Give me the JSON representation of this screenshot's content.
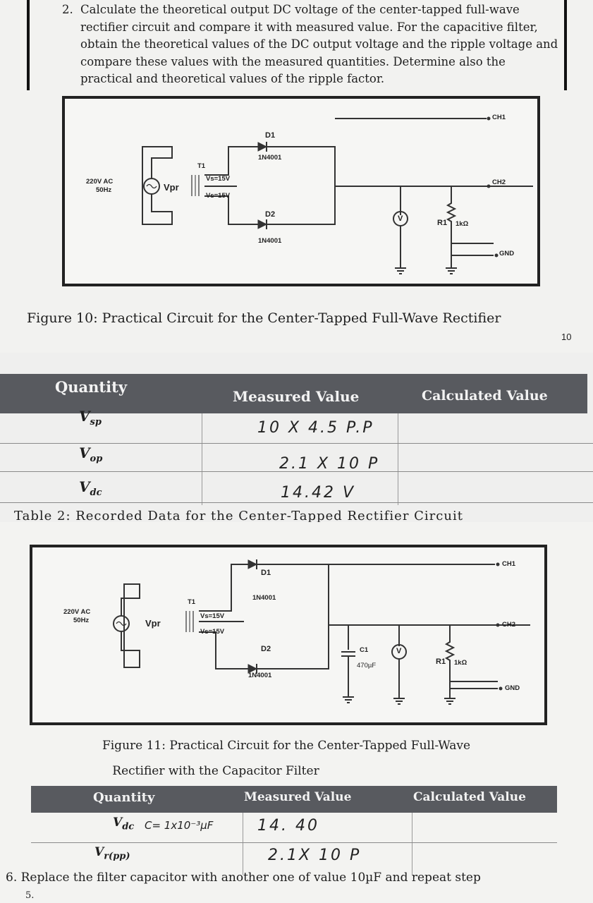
{
  "question": {
    "number": "2.",
    "text": "Calculate the theoretical output DC voltage of the center-tapped full-wave rectifier circuit and compare it with measured value. For the capacitive filter, obtain the theoretical values of the DC output voltage and the ripple voltage and compare these values with the measured quantities. Determine also the practical and theoretical values of the ripple factor."
  },
  "circuit1": {
    "source": "220V AC",
    "freq": "50Hz",
    "vpr": "Vpr",
    "t1": "T1",
    "vs_top": "Vs=15V",
    "vs_bot": "Vs=15V",
    "d1": "D1",
    "d1_part": "1N4001",
    "d2": "D2",
    "d2_part": "1N4001",
    "meter": "V",
    "r1": "R1",
    "r1_value": "1kΩ",
    "ch1": "CH1",
    "ch2": "CH2",
    "gnd": "GND",
    "caption": "Figure 10: Practical Circuit for the Center-Tapped Full-Wave Rectifier"
  },
  "page_number": "10",
  "table2": {
    "headers": [
      "Quantity",
      "Measured Value",
      "Calculated Value"
    ],
    "rows": [
      {
        "q": "V",
        "q_sub": "sp",
        "measured": "10 X 4.5 P.P",
        "calc": ""
      },
      {
        "q": "V",
        "q_sub": "op",
        "measured": "2.1 X 10 P",
        "calc": ""
      },
      {
        "q": "V",
        "q_sub": "dc",
        "measured": "14.42 V",
        "calc": ""
      }
    ],
    "caption_partial": "Table 2: Recorded Data for the Center-Tapped Rectifier Circuit"
  },
  "circuit2": {
    "source": "220V AC",
    "freq": "50Hz",
    "vpr": "Vpr",
    "t1": "T1",
    "vs_top": "Vs=15V",
    "vs_bot": "Vs=15V",
    "d1": "D1",
    "d1_part": "1N4001",
    "d2": "D2",
    "d2_part": "1N4001",
    "c1": "C1",
    "c1_value": "470µF",
    "meter": "V",
    "r1": "R1",
    "r1_value": "1kΩ",
    "ch1": "CH1",
    "ch2": "CH2",
    "gnd": "GND",
    "caption_line1": "Figure 11: Practical Circuit for the Center-Tapped Full-Wave",
    "caption_line2": "Rectifier with the Capacitor Filter"
  },
  "table3": {
    "headers": [
      "Quantity",
      "Measured Value",
      "Calculated Value"
    ],
    "rows": [
      {
        "q": "V",
        "q_sub": "dc",
        "note": "C= 1x10⁻³µF",
        "measured": "14. 40",
        "calc": ""
      },
      {
        "q": "V",
        "q_sub": "r(pp)",
        "note": "",
        "measured": "2.1X 10 P",
        "calc": ""
      }
    ]
  },
  "step6": {
    "text": "6. Replace the filter capacitor with another one of value 10µF and repeat step",
    "cont": "5."
  }
}
